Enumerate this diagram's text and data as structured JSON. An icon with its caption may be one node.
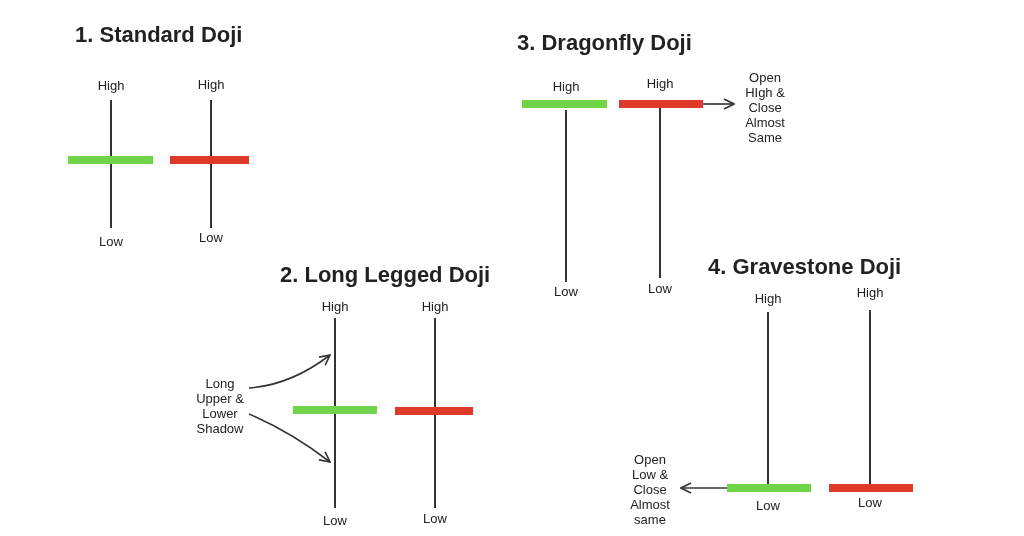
{
  "diagram": {
    "nodes": [
      {
        "text": [],
        "shape": "bar",
        "beside": [
          "High",
          "Low"
        ]
      },
      {
        "text": [],
        "shape": "bar",
        "beside": [
          "High",
          "Low"
        ]
      },
      {
        "text": [],
        "shape": "bar",
        "beside": [
          "High",
          "Low"
        ]
      },
      {
        "text": [],
        "shape": "bar",
        "beside": [
          "High",
          "Low"
        ]
      },
      {
        "text": [
          "Open HIgh & Close Almost Same"
        ]
      },
      {
        "text": [
          "Long Upper & Lower Shadow"
        ]
      },
      {
        "text": [],
        "shape": "bar",
        "beside": [
          "High",
          "Low"
        ]
      },
      {
        "text": [],
        "shape": "bar",
        "beside": [
          "High",
          "Low"
        ]
      },
      {
        "text": [],
        "shape": "bar",
        "beside": [
          "High",
          "Low"
        ]
      },
      {
        "text": [],
        "shape": "bar",
        "beside": [
          "High",
          "Low"
        ]
      },
      {
        "text": [
          "Open Low & Close Almost same"
        ]
      }
    ],
    "edges": [
      {
        "from": 3,
        "to": 4,
        "arrow": "to"
      },
      {
        "from": 5,
        "to": 6,
        "arrow": "to"
      },
      {
        "from": 5,
        "to": 6,
        "arrow": "to"
      },
      {
        "from": 8,
        "to": 10,
        "arrow": "to"
      }
    ],
    "labels": [
      "1. Standard Doji",
      "3. Dragonfly Doji",
      "2. Long Legged Doji",
      "4. Gravestone Doji"
    ]
  }
}
